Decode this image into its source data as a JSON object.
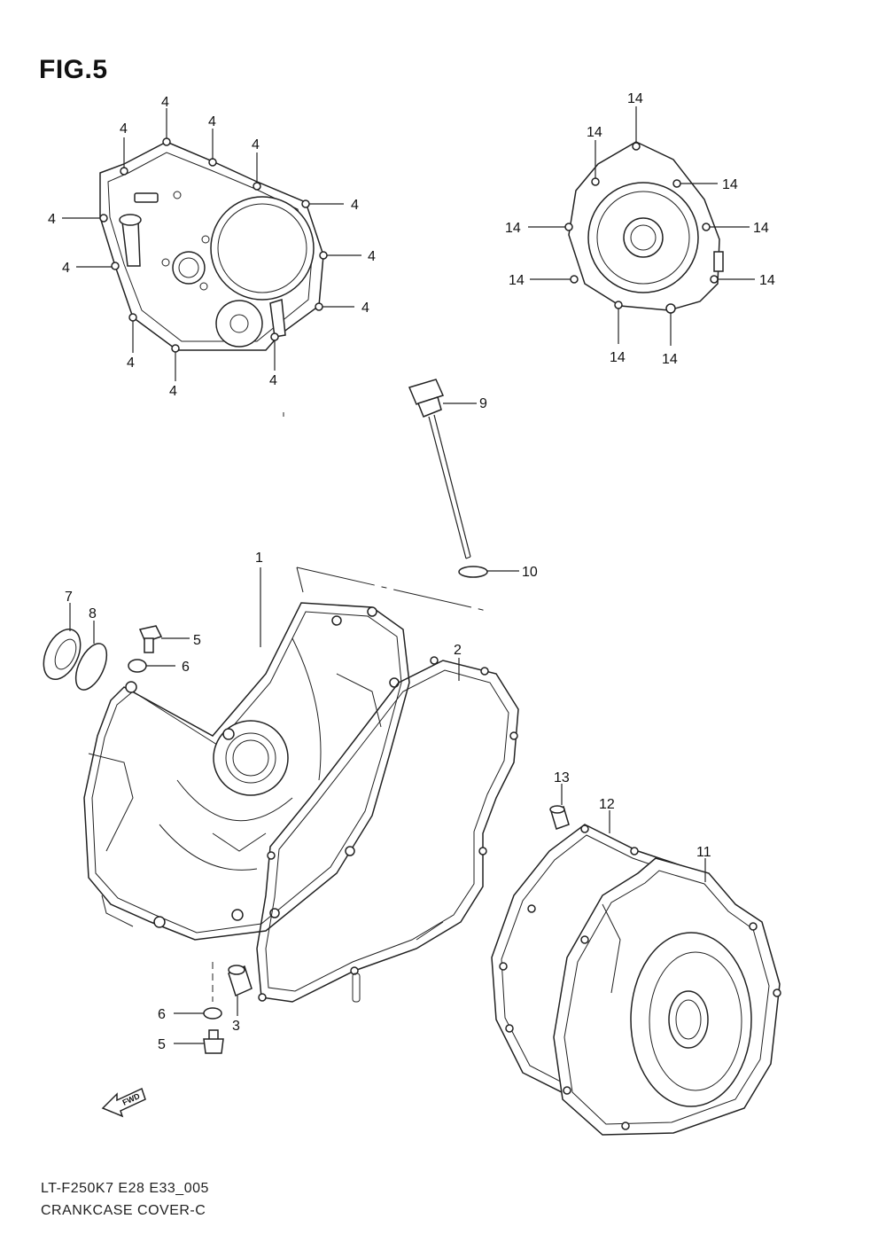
{
  "figure": {
    "title": "FIG.5",
    "code": "LT-F250K7 E28 E33_005",
    "name": "CRANKCASE COVER-C",
    "fwd_label": "FWD"
  },
  "callouts": {
    "c1": "1",
    "c2": "2",
    "c3": "3",
    "c4a": "4",
    "c4b": "4",
    "c4c": "4",
    "c4d": "4",
    "c4e": "4",
    "c4f": "4",
    "c4g": "4",
    "c4h": "4",
    "c4i": "4",
    "c4j": "4",
    "c4k": "4",
    "c4l": "4",
    "c5a": "5",
    "c5b": "5",
    "c6a": "6",
    "c6b": "6",
    "c7": "7",
    "c8": "8",
    "c9": "9",
    "c10": "10",
    "c11": "11",
    "c12": "12",
    "c13": "13",
    "c14a": "14",
    "c14b": "14",
    "c14c": "14",
    "c14d": "14",
    "c14e": "14",
    "c14f": "14",
    "c14g": "14",
    "c14h": "14",
    "c14i": "14"
  }
}
